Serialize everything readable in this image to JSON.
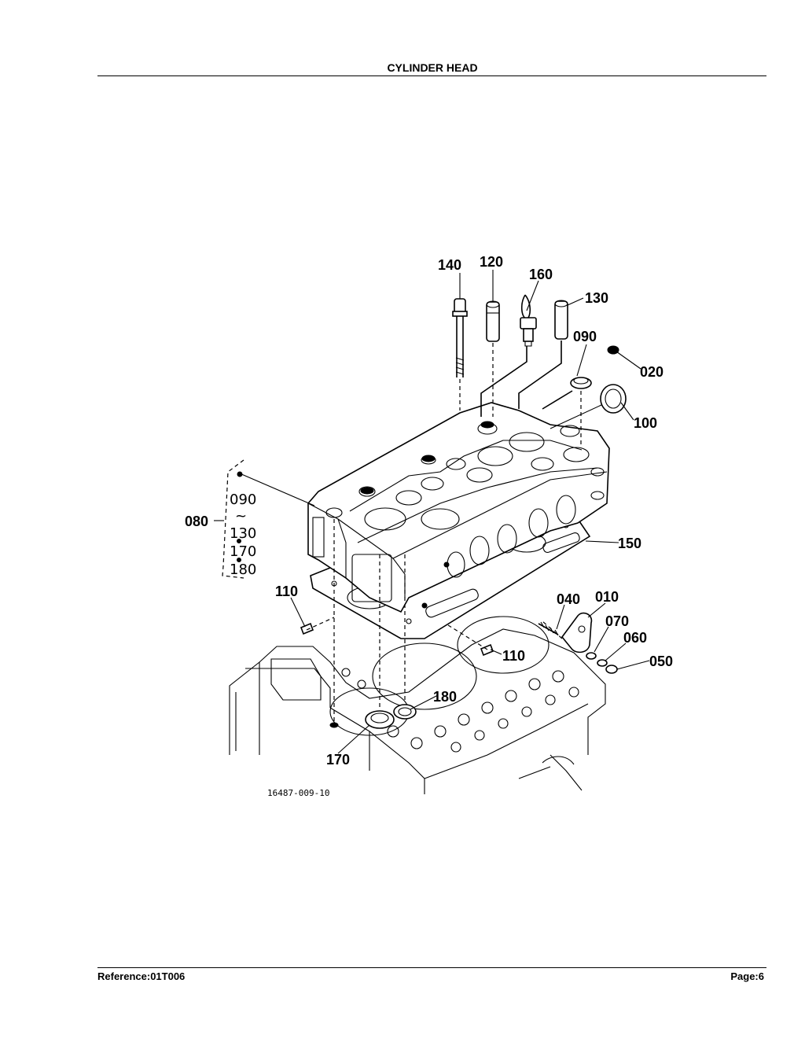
{
  "header": {
    "title": "CYLINDER HEAD"
  },
  "footer": {
    "reference": "Reference:01T006",
    "page": "Page:6"
  },
  "diagram": {
    "drawing_number": "16487-009-10",
    "callouts": [
      "140",
      "120",
      "160",
      "130",
      "090",
      "020",
      "100",
      "080",
      "150",
      "110",
      "040",
      "010",
      "070",
      "060",
      "050",
      "110",
      "180",
      "170"
    ],
    "kit_contents": [
      "090",
      "~",
      "130",
      "170",
      "180"
    ]
  }
}
